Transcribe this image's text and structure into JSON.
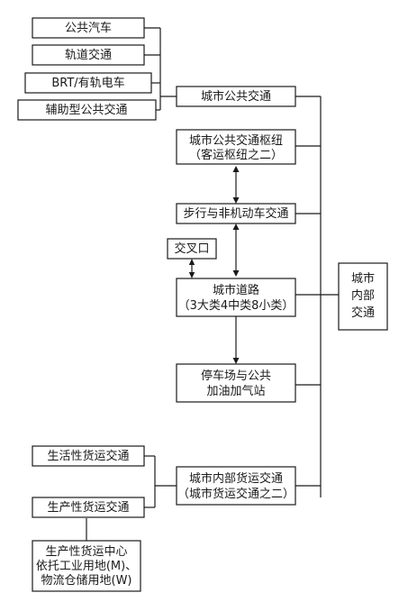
{
  "nodes": {
    "bus": "公共汽车",
    "rail": "轨道交通",
    "brt": "BRT/有轨电车",
    "aux_transit": "辅助型公共交通",
    "public_transit": "城市公共交通",
    "transit_hub": [
      "城市公共交通枢纽",
      "（客运枢纽之二）"
    ],
    "walk_nonmotor": "步行与非机动车交通",
    "intersection": "交叉口",
    "urban_road": [
      "城市道路",
      "（3大类4中类8小类）"
    ],
    "parking_fuel": [
      "停车场与公共",
      "加油加气站"
    ],
    "internal_freight": [
      "城市内部货运交通",
      "（城市货运交通之二）"
    ],
    "living_freight": "生活性货运交通",
    "production_freight": "生产性货运交通",
    "freight_center": [
      "生产性货运中心",
      "依托工业用地(M)、",
      "物流仓储用地(W)"
    ],
    "internal_transport": [
      "城市",
      "内部",
      "交通"
    ]
  }
}
